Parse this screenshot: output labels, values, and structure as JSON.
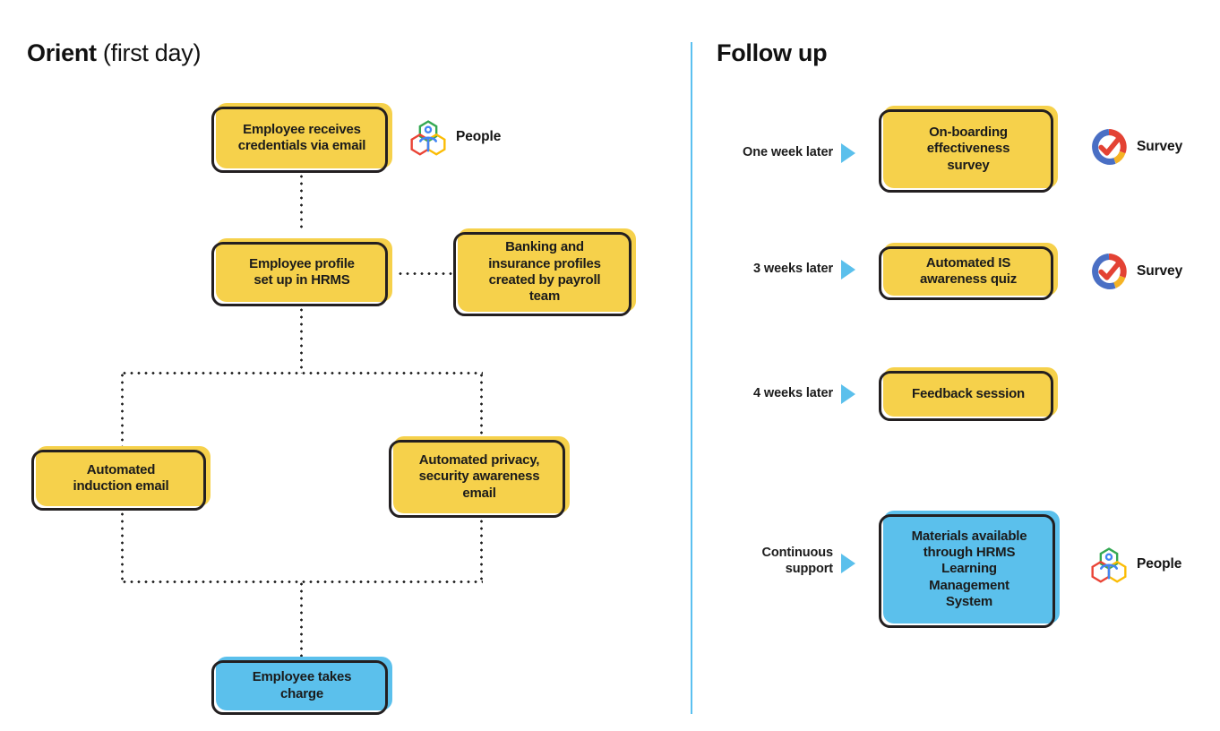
{
  "panels": {
    "left": {
      "title_strong": "Orient",
      "title_light": " (first day)"
    },
    "right": {
      "title_strong": "Follow up",
      "title_light": ""
    }
  },
  "colors": {
    "yellow": "#F6D14B",
    "blue": "#5BC0EC",
    "divider": "#5BC0F0",
    "outline": "#231f20",
    "dotted": "#1c1c1c",
    "people_green": "#34A853",
    "people_red": "#EA4335",
    "people_yellow": "#FBBC04",
    "people_blue": "#4285F4",
    "survey_red": "#E34234",
    "survey_blue": "#4A6FC4",
    "survey_yellow": "#F5B324"
  },
  "orient_nodes": [
    {
      "id": "credentials",
      "label": "Employee receives\ncredentials via email",
      "color": "yellow"
    },
    {
      "id": "hrms-profile",
      "label": "Employee profile\nset up in HRMS",
      "color": "yellow"
    },
    {
      "id": "banking-insurance",
      "label": "Banking and\ninsurance profiles\ncreated by payroll\nteam",
      "color": "yellow"
    },
    {
      "id": "induction-email",
      "label": "Automated\ninduction email",
      "color": "yellow"
    },
    {
      "id": "privacy-email",
      "label": "Automated privacy,\nsecurity awareness\nemail",
      "color": "yellow"
    },
    {
      "id": "takes-charge",
      "label": "Employee takes\ncharge",
      "color": "blue"
    }
  ],
  "orient_legend": [
    {
      "id": "people-orient",
      "icon": "people-icon",
      "caption": "People"
    }
  ],
  "followup_rows": [
    {
      "id": "row-one-week",
      "stage": "One week later",
      "node": "On-boarding\neffectiveness\nsurvey",
      "color": "yellow",
      "icon": "survey-icon",
      "caption": "Survey"
    },
    {
      "id": "row-3-weeks",
      "stage": "3 weeks later",
      "node": "Automated IS\nawareness quiz",
      "color": "yellow",
      "icon": "survey-icon",
      "caption": "Survey"
    },
    {
      "id": "row-4-weeks",
      "stage": "4 weeks later",
      "node": "Feedback session",
      "color": "yellow",
      "icon": "",
      "caption": ""
    },
    {
      "id": "row-continuous",
      "stage": "Continuous\nsupport",
      "node": "Materials available\nthrough HRMS\nLearning\nManagement\nSystem",
      "color": "blue",
      "icon": "people-icon",
      "caption": "People"
    }
  ]
}
